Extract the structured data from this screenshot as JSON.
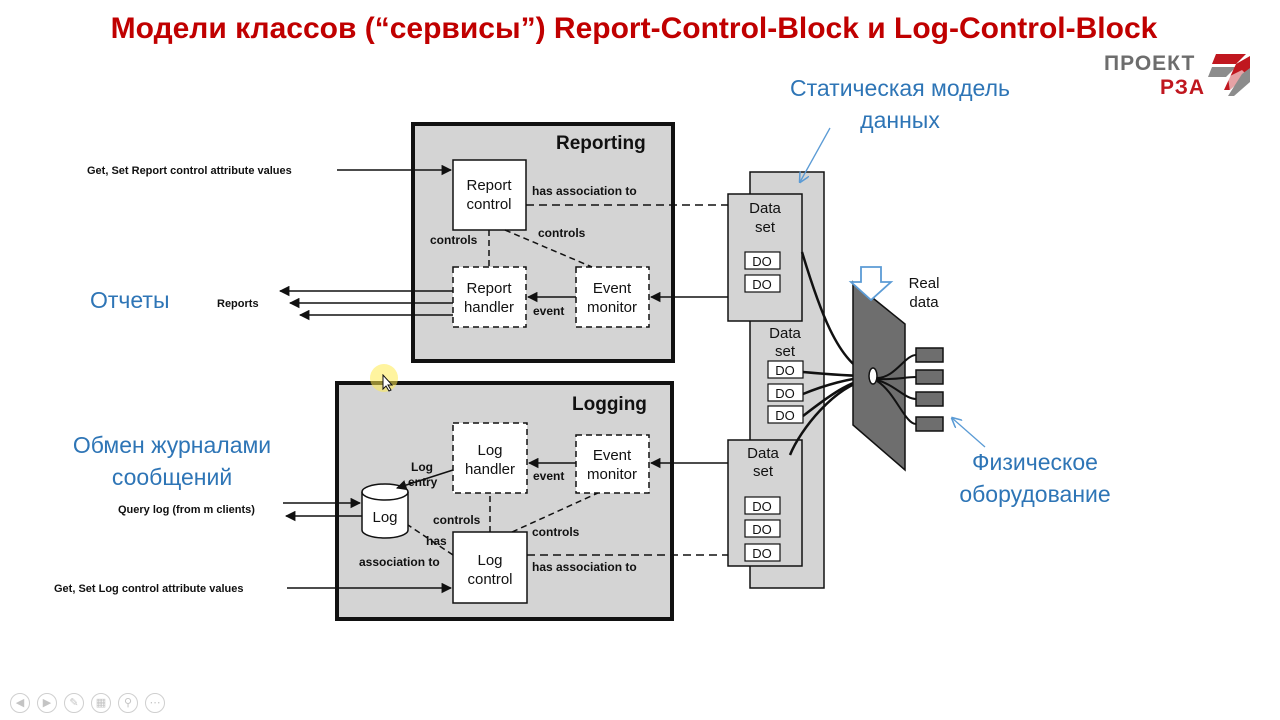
{
  "title": "Модели классов (“сервисы”) Report-Control-Block и Log-Control-Block",
  "logo": {
    "line1": "ПРОЕКТ",
    "line2": "РЗА"
  },
  "annotations": {
    "static_model_line1": "Статическая модель",
    "static_model_line2": "данных",
    "reports": "Отчеты",
    "log_exchange_line1": "Обмен журналами",
    "log_exchange_line2": "сообщений",
    "physical_line1": "Физическое",
    "physical_line2": "оборудование"
  },
  "diagram": {
    "reporting": {
      "title": "Reporting",
      "get_set": "Get, Set Report control attribute values",
      "report_control": [
        "Report",
        "control"
      ],
      "has_association": "has association to",
      "controls_left": "controls",
      "controls_right": "controls",
      "report_handler": [
        "Report",
        "handler"
      ],
      "event_monitor": [
        "Event",
        "monitor"
      ],
      "event": "event",
      "reports": "Reports"
    },
    "logging": {
      "title": "Logging",
      "log_handler": [
        "Log",
        "handler"
      ],
      "event_monitor": [
        "Event",
        "monitor"
      ],
      "event": "event",
      "log_entry": [
        "Log",
        "entry"
      ],
      "log": "Log",
      "query_log": "Query log (from m clients)",
      "controls": "controls",
      "has": "has",
      "association_to": "association to",
      "controls_right": "controls",
      "log_control": [
        "Log",
        "control"
      ],
      "has_association": "has association to",
      "get_set": "Get, Set Log control attribute values"
    },
    "data_sets": {
      "label": [
        "Data",
        "set"
      ],
      "do": "DO"
    },
    "real_data": [
      "Real",
      "data"
    ]
  }
}
